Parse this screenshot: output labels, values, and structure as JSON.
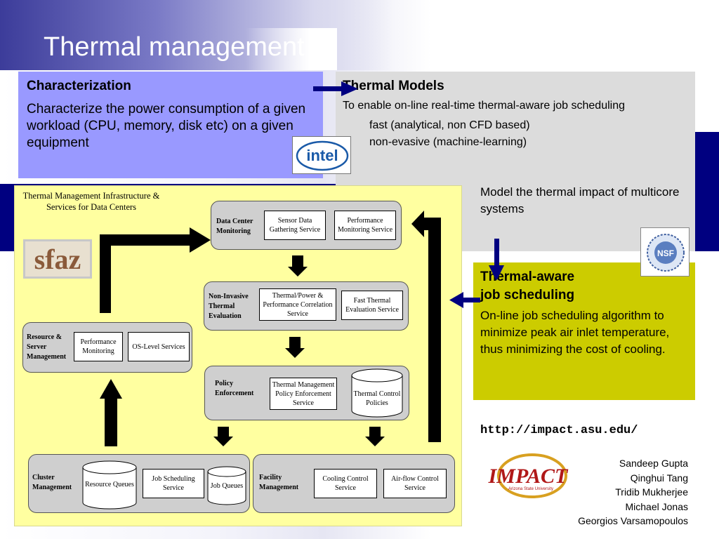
{
  "slide": {
    "title": "Thermal management"
  },
  "characterization": {
    "heading": "Characterization",
    "body": "Characterize the power consumption of a given workload (CPU, memory, disk etc) on a given equipment"
  },
  "thermal_models": {
    "heading": "Thermal Models",
    "description": "To enable on-line real-time thermal-aware job scheduling",
    "bullets": [
      "fast (analytical, non CFD based)",
      "non-evasive (machine-learning)"
    ],
    "impact": "Model the thermal impact of multicore systems"
  },
  "scheduling": {
    "heading_line1": "Thermal-aware",
    "heading_line2": "job scheduling",
    "body": "On-line job scheduling algorithm to minimize peak air inlet temperature, thus minimizing the cost of cooling."
  },
  "logos": {
    "intel": "intel",
    "nsf": "NSF",
    "sfaz": "sfaz",
    "impact": "IMPACT",
    "impact_sub": "Arizona State University"
  },
  "diagram": {
    "title": "Thermal Management Infrastructure & Services for Data Centers",
    "dc_monitoring": {
      "label": "Data Center Monitoring",
      "services": [
        "Sensor Data Gathering Service",
        "Performance Monitoring Service"
      ]
    },
    "noninvasive": {
      "label": "Non-Invasive Thermal Evaluation",
      "services": [
        "Thermal/Power & Performance Correlation Service",
        "Fast Thermal Evaluation Service"
      ]
    },
    "policy": {
      "label": "Policy Enforcement",
      "service": "Thermal Management Policy Enforcement Service",
      "store": "Thermal Control Policies"
    },
    "resource": {
      "label": "Resource & Server Management",
      "services": [
        "Performance Monitoring",
        "OS-Level Services"
      ]
    },
    "cluster": {
      "label": "Cluster Management",
      "store_queues": "Resource Queues",
      "service": "Job Scheduling Service",
      "store_jobs": "Job Queues"
    },
    "facility": {
      "label": "Facility Management",
      "services": [
        "Cooling Control Service",
        "Air-flow Control Service"
      ]
    }
  },
  "url": "http://impact.asu.edu/",
  "authors": [
    "Sandeep Gupta",
    "Qinghui Tang",
    "Tridib Mukherjee",
    "Michael Jonas",
    "Georgios Varsamopoulos"
  ],
  "colors": {
    "characterization_bg": "#9999ff",
    "models_bg": "#dcdcdc",
    "scheduling_bg": "#cccc00",
    "navy": "#000080",
    "panel_bg": "#ffffa0",
    "group_bg": "#cfcfcf"
  }
}
